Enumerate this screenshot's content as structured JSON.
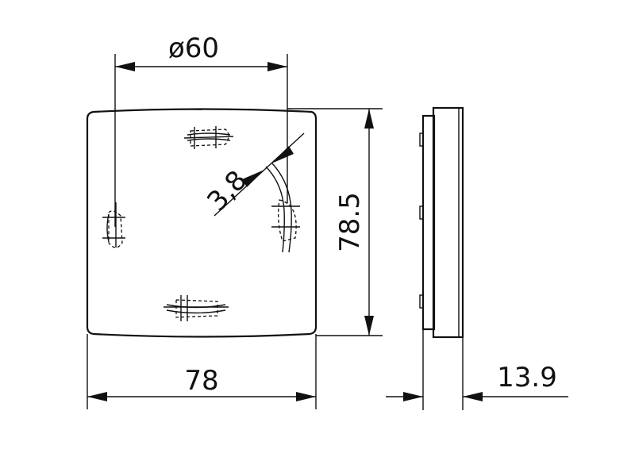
{
  "dimensions": {
    "diameter_label": "ø60",
    "slot_width_label": "3,8",
    "height_label": "78.5",
    "width_label": "78",
    "depth_label": "13.9"
  },
  "colors": {
    "line": "#111111",
    "background": "#ffffff"
  }
}
